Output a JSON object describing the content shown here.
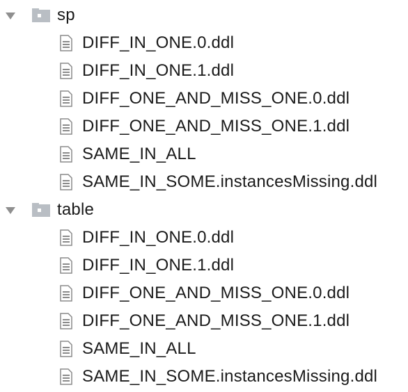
{
  "tree": {
    "folders": [
      {
        "name": "sp",
        "expanded": true,
        "icon": "folder-icon",
        "files": [
          "DIFF_IN_ONE.0.ddl",
          "DIFF_IN_ONE.1.ddl",
          "DIFF_ONE_AND_MISS_ONE.0.ddl",
          "DIFF_ONE_AND_MISS_ONE.1.ddl",
          "SAME_IN_ALL",
          "SAME_IN_SOME.instancesMissing.ddl"
        ]
      },
      {
        "name": "table",
        "expanded": true,
        "icon": "folder-icon",
        "files": [
          "DIFF_IN_ONE.0.ddl",
          "DIFF_IN_ONE.1.ddl",
          "DIFF_ONE_AND_MISS_ONE.0.ddl",
          "DIFF_ONE_AND_MISS_ONE.1.ddl",
          "SAME_IN_ALL",
          "SAME_IN_SOME.instancesMissing.ddl"
        ]
      }
    ]
  },
  "colors": {
    "chevron": "#8f8f8f",
    "folder_fill": "#b9bec4",
    "folder_dot": "#ffffff",
    "file_icon": "#8a8a8a",
    "text": "#1a1a1a"
  }
}
